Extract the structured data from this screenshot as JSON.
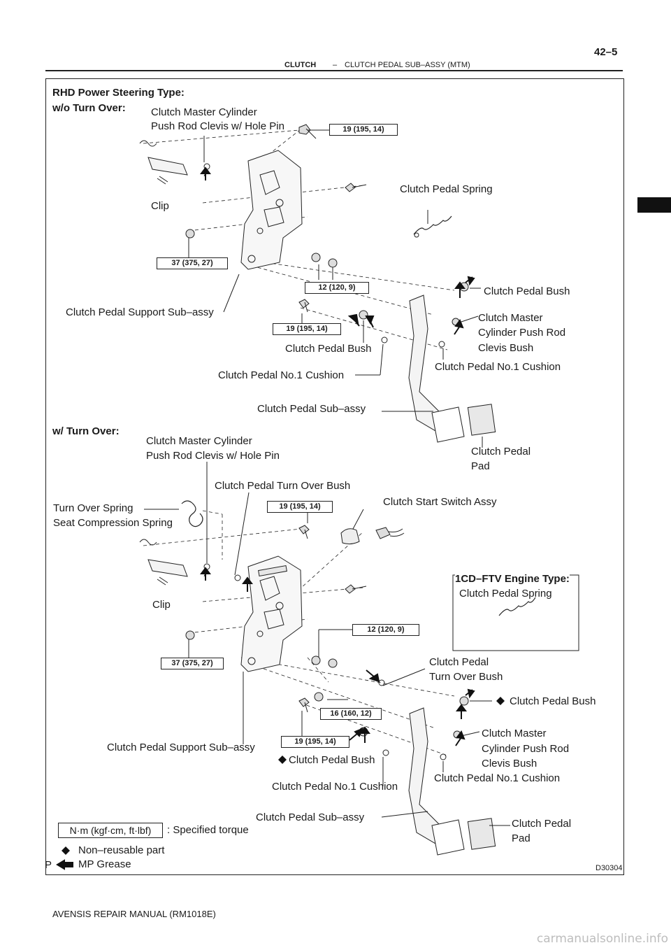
{
  "header": {
    "section": "CLUTCH",
    "separator": "–",
    "subtitle": "CLUTCH PEDAL SUB–ASSY (MTM)",
    "page_number": "42–5"
  },
  "footer": {
    "manual": "AVENSIS REPAIR MANUAL   (RM1018E)",
    "watermark": "carmanualsonline.info"
  },
  "figure": {
    "figure_id": "D30304",
    "margin_mark": "P",
    "top_section": {
      "title_line1": "RHD Power Steering Type:",
      "title_line2": "w/o Turn Over:",
      "labels": {
        "push_rod_clevis_1": "Clutch Master Cylinder",
        "push_rod_clevis_2": "Push Rod Clevis w/ Hole Pin",
        "clip": "Clip",
        "pedal_spring": "Clutch Pedal Spring",
        "pedal_bush_right": "Clutch Pedal Bush",
        "support_subassy": "Clutch Pedal Support Sub–assy",
        "clevis_bush_1": "Clutch Master",
        "clevis_bush_2": "Cylinder Push Rod",
        "clevis_bush_3": "Clevis Bush",
        "pedal_bush_center": "Clutch Pedal Bush",
        "no1_cushion_right": "Clutch Pedal No.1 Cushion",
        "no1_cushion_left": "Clutch Pedal No.1 Cushion",
        "pedal_subassy": "Clutch Pedal Sub–assy",
        "pedal_pad_1": "Clutch Pedal",
        "pedal_pad_2": "Pad"
      },
      "torques": {
        "t1": "19 (195, 14)",
        "t2": "37 (375, 27)",
        "t3": "12 (120, 9)",
        "t4": "19 (195, 14)"
      }
    },
    "bottom_section": {
      "title": "w/ Turn Over:",
      "labels": {
        "push_rod_clevis_1": "Clutch Master Cylinder",
        "push_rod_clevis_2": "Push Rod Clevis w/ Hole Pin",
        "turn_over_bush": "Clutch Pedal Turn Over Bush",
        "turn_over_spring_1": "Turn Over Spring",
        "turn_over_spring_2": "Seat Compression Spring",
        "start_switch": "Clutch Start Switch Assy",
        "engine_type": "1CD–FTV Engine Type:",
        "engine_spring": "Clutch Pedal Spring",
        "clip": "Clip",
        "pedal_turn_over_bush_1": "Clutch Pedal",
        "pedal_turn_over_bush_2": "Turn Over Bush",
        "pedal_bush_right": "Clutch Pedal Bush",
        "clevis_bush_1": "Clutch Master",
        "clevis_bush_2": "Cylinder Push Rod",
        "clevis_bush_3": "Clevis Bush",
        "support_subassy": "Clutch Pedal Support Sub–assy",
        "pedal_bush_center": "Clutch Pedal Bush",
        "no1_cushion_right": "Clutch Pedal No.1 Cushion",
        "no1_cushion_left": "Clutch Pedal No.1 Cushion",
        "pedal_subassy": "Clutch Pedal Sub–assy",
        "pedal_pad_1": "Clutch Pedal",
        "pedal_pad_2": "Pad"
      },
      "torques": {
        "t1": "19 (195, 14)",
        "t2": "37 (375, 27)",
        "t3": "12 (120, 9)",
        "t4": "16 (160, 12)",
        "t5": "19 (195, 14)"
      }
    },
    "legend": {
      "torque_box": "N·m (kgf·cm, ft·lbf)",
      "torque_desc": ": Specified torque",
      "non_reusable": "Non–reusable part",
      "mp_grease": "MP Grease"
    }
  }
}
